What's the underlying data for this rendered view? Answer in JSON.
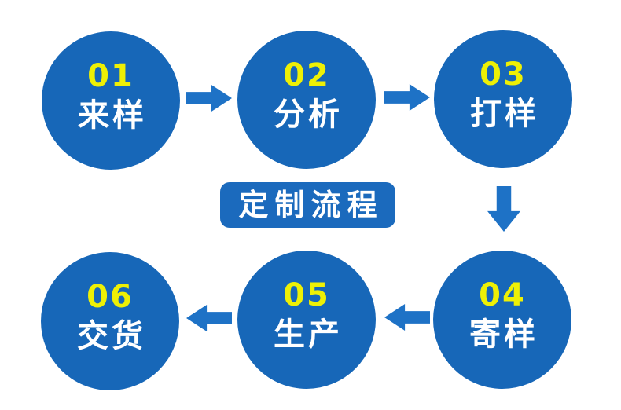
{
  "diagram_title": "定制流程",
  "colors": {
    "circle": "#1767b8",
    "arrow": "#1e72c6",
    "label_bg": "#1b6abd",
    "number": "#eef005",
    "text": "#ffffff",
    "background": "#ffffff"
  },
  "steps": [
    {
      "number": "01",
      "label": "来样"
    },
    {
      "number": "02",
      "label": "分析"
    },
    {
      "number": "03",
      "label": "打样"
    },
    {
      "number": "04",
      "label": "寄样"
    },
    {
      "number": "05",
      "label": "生产"
    },
    {
      "number": "06",
      "label": "交货"
    }
  ],
  "arrows": [
    {
      "from": "01",
      "to": "02",
      "direction": "right"
    },
    {
      "from": "02",
      "to": "03",
      "direction": "right"
    },
    {
      "from": "03",
      "to": "04",
      "direction": "down"
    },
    {
      "from": "04",
      "to": "05",
      "direction": "left"
    },
    {
      "from": "05",
      "to": "06",
      "direction": "left"
    }
  ]
}
